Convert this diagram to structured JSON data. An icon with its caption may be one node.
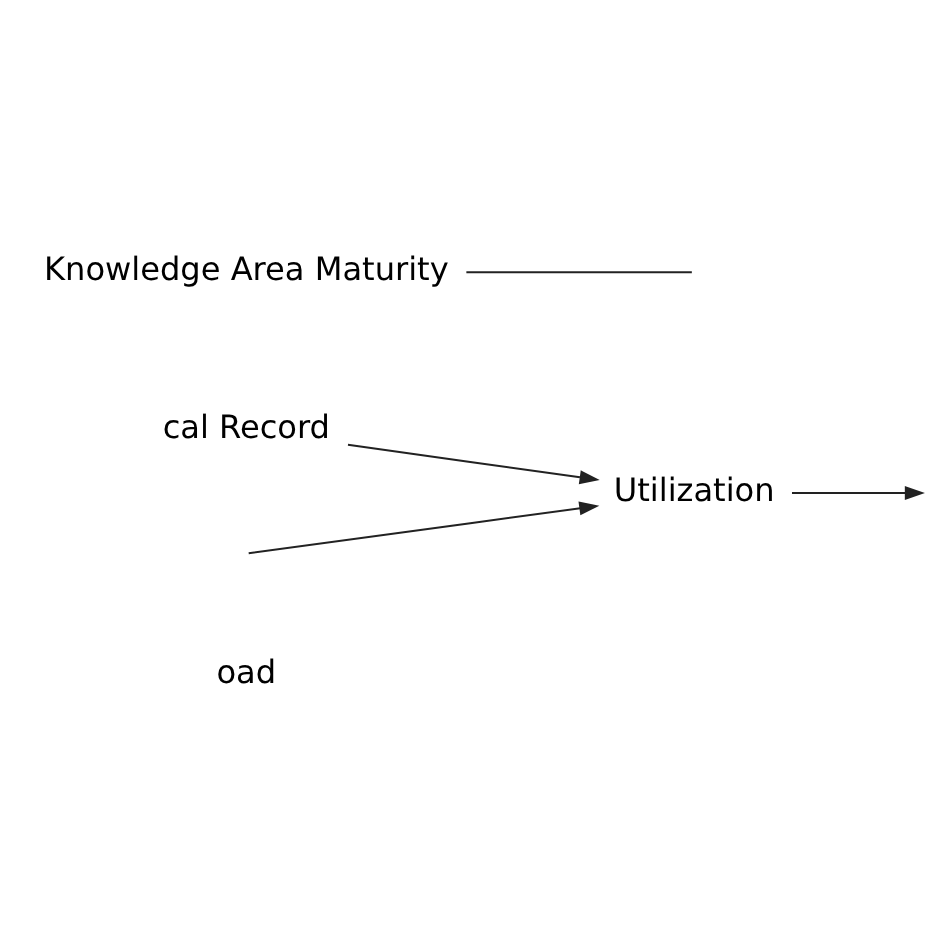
{
  "diagram": {
    "nodes": [
      {
        "text": [
          "oad"
        ]
      },
      {
        "text": [
          "Utilization"
        ]
      },
      {
        "text": [
          "cal Record"
        ]
      },
      {
        "text": [
          "Knowledge Area Maturity"
        ]
      }
    ],
    "edges": [
      {
        "from": null,
        "to": 1,
        "arrow": "to"
      },
      {
        "from": 2,
        "to": 1,
        "arrow": "to"
      },
      {
        "from": 1,
        "to": null,
        "arrow": "to"
      },
      {
        "from": 3,
        "to": null,
        "arrow": "none"
      }
    ]
  }
}
